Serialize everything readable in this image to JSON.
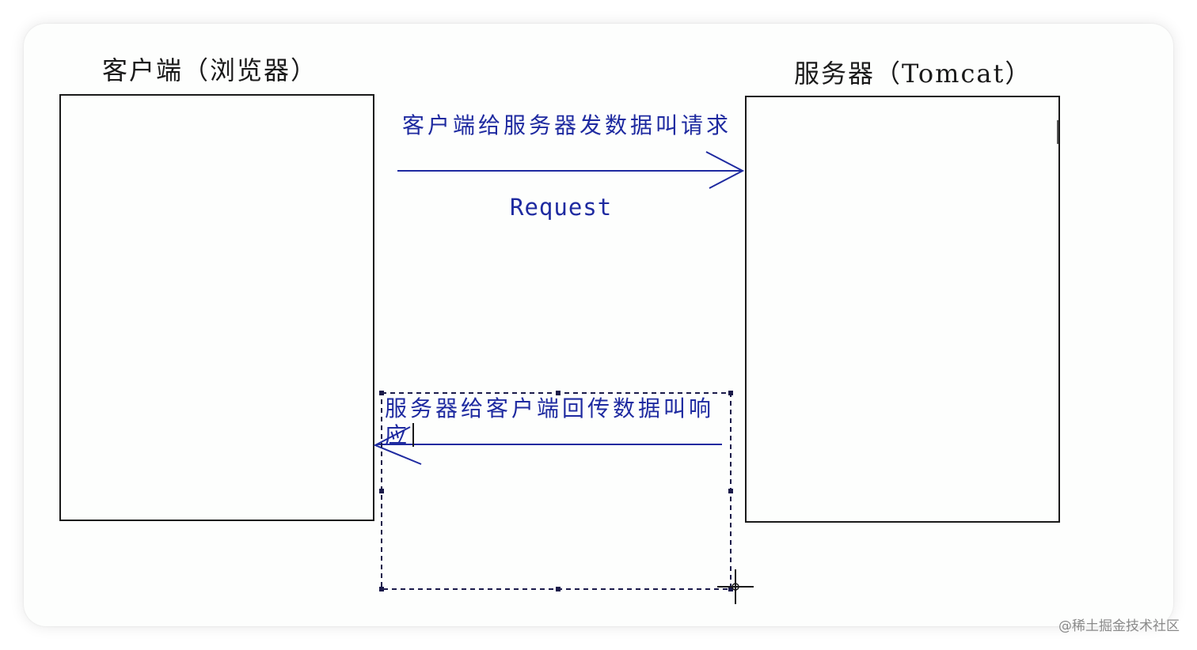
{
  "client": {
    "title": "客户端（浏览器）"
  },
  "server": {
    "title": "服务器（Tomcat）"
  },
  "request": {
    "description": "客户端给服务器发数据叫请求",
    "label": "Request"
  },
  "response": {
    "description": "服务器给客户端回传数据叫响应"
  },
  "watermark": "@稀土掘金技术社区",
  "colors": {
    "ink": "#1a1a1a",
    "annotation_blue": "#1e2aa0",
    "selection": "#1a1a4a"
  },
  "icons": {
    "cursor": "crosshair-cursor-icon"
  }
}
